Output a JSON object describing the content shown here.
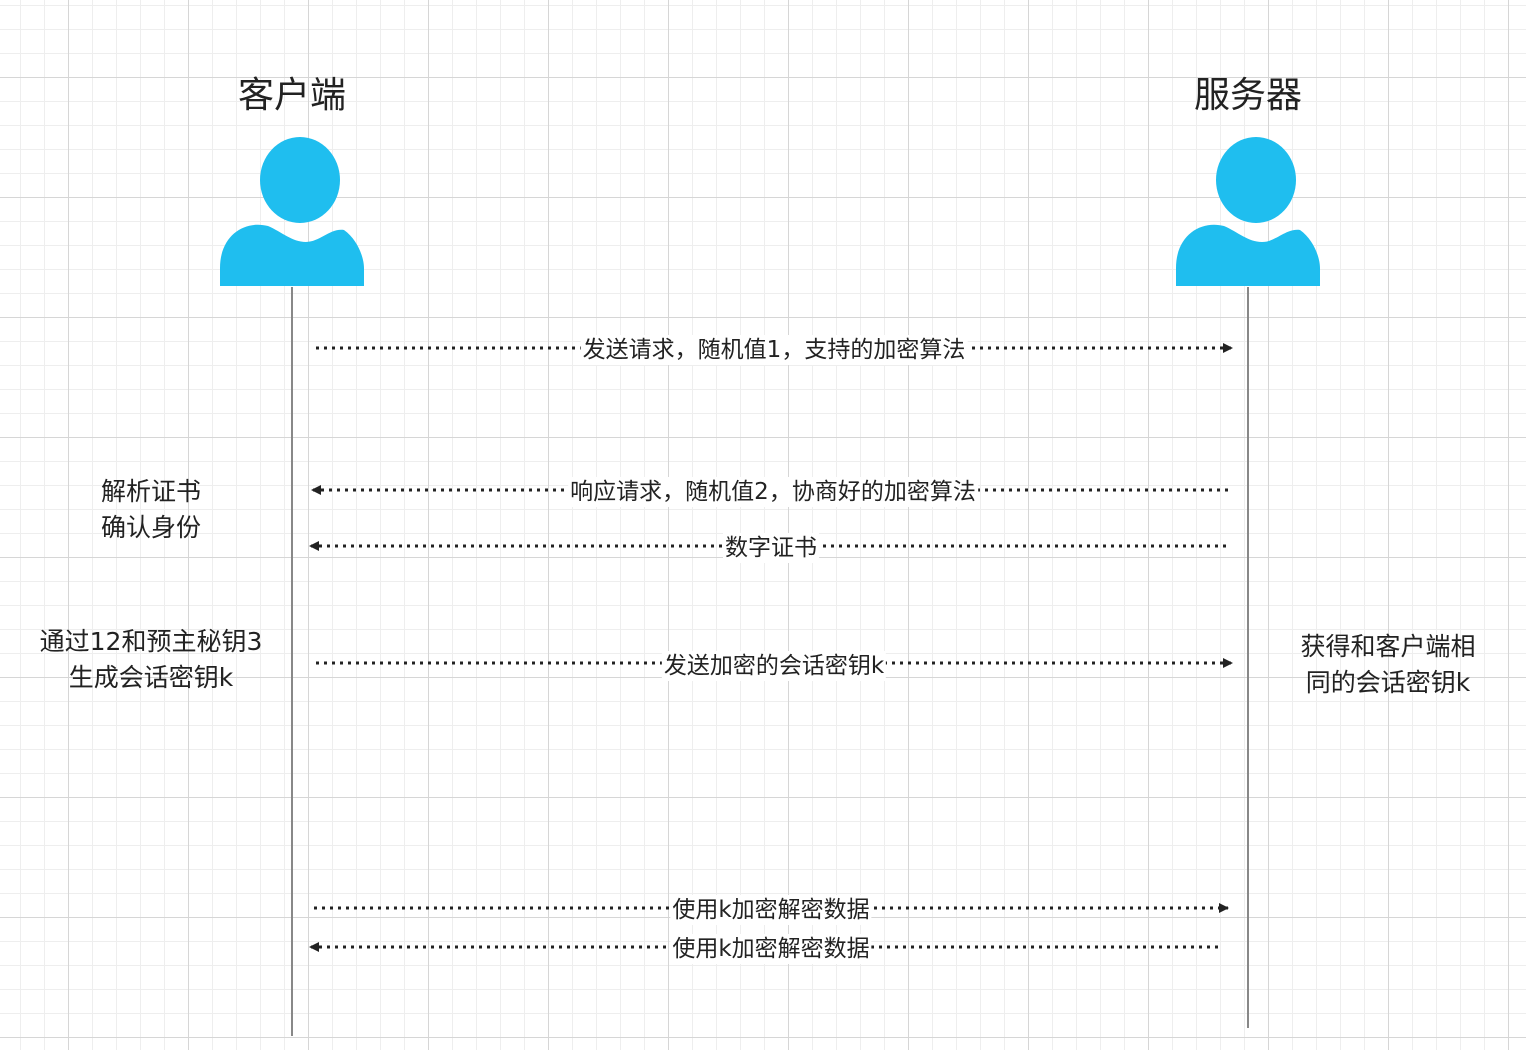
{
  "actors": {
    "client": {
      "label": "客户端"
    },
    "server": {
      "label": "服务器"
    }
  },
  "colors": {
    "actor_fill": "#1FBEEF",
    "lifeline": "#888888",
    "arrow": "#222222",
    "text": "#222222"
  },
  "messages": [
    {
      "label": "发送请求，随机值1，支持的加密算法",
      "from": "client",
      "to": "server",
      "style": "dotted"
    },
    {
      "label": "响应请求，随机值2，协商好的加密算法",
      "from": "server",
      "to": "client",
      "style": "dotted"
    },
    {
      "label": "数字证书",
      "from": "server",
      "to": "client",
      "style": "dotted"
    },
    {
      "label": "发送加密的会话密钥k",
      "from": "client",
      "to": "server",
      "style": "dotted"
    },
    {
      "label": "使用k加密解密数据",
      "from": "client",
      "to": "server",
      "style": "dotted"
    },
    {
      "label": "使用k加密解密数据",
      "from": "server",
      "to": "client",
      "style": "dotted"
    }
  ],
  "notes": {
    "parse_cert": {
      "lines": [
        "解析证书",
        "确认身份"
      ]
    },
    "generate_key": {
      "lines": [
        "通过12和预主秘钥3",
        "生成会话密钥k"
      ]
    },
    "server_key": {
      "lines": [
        "获得和客户端相",
        "同的会话密钥k"
      ]
    }
  }
}
